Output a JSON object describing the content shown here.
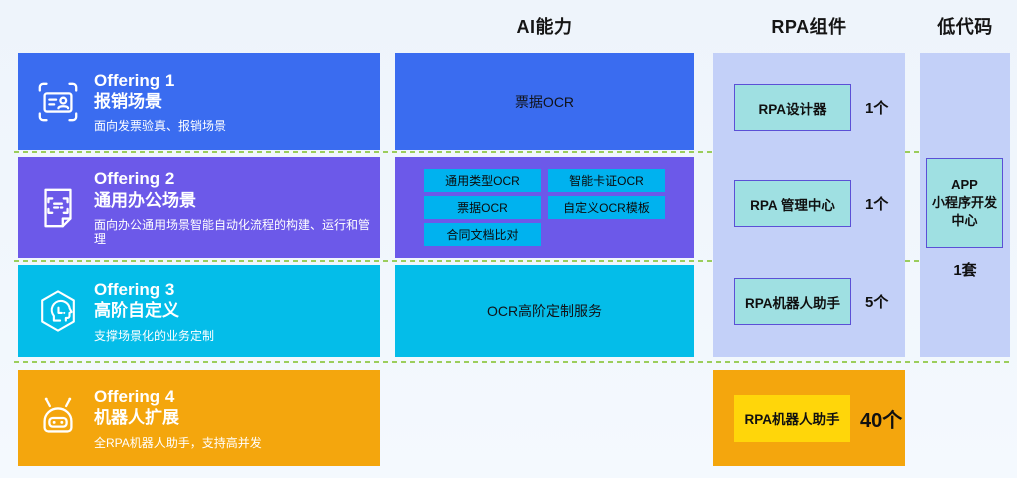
{
  "headers": {
    "ai": "AI能力",
    "rpa": "RPA组件",
    "lowcode": "低代码"
  },
  "offerings": [
    {
      "title": "Offering 1",
      "name": "报销场景",
      "desc": "面向发票验真、报销场景"
    },
    {
      "title": "Offering 2",
      "name": "通用办公场景",
      "desc": "面向办公通用场景智能自动化流程的构建、运行和管理"
    },
    {
      "title": "Offering 3",
      "name": "高阶自定义",
      "desc": "支撑场景化的业务定制"
    },
    {
      "title": "Offering 4",
      "name": "机器人扩展",
      "desc": "全RPA机器人助手，支持高并发"
    }
  ],
  "ai_capabilities": {
    "offering1": "票据OCR",
    "offering2": [
      "通用类型OCR",
      "智能卡证OCR",
      "票据OCR",
      "自定义OCR模板",
      "合同文档比对"
    ],
    "offering3": "OCR高阶定制服务"
  },
  "rpa_components": [
    {
      "label": "RPA设计器",
      "count": "1个"
    },
    {
      "label": "RPA 管理中心",
      "count": "1个"
    },
    {
      "label": "RPA机器人助手",
      "count": "5个"
    }
  ],
  "rpa_extension": {
    "label": "RPA机器人助手",
    "count": "40个"
  },
  "lowcode": {
    "app_box": "APP\n小程序开发\n中心",
    "count": "1套"
  },
  "colors": {
    "offering1_blue": "#3a6cf0",
    "offering2_purple": "#6c59e9",
    "offering3_cyan": "#04bde9",
    "offering4_orange": "#f4a60d",
    "column_lavender": "#c3d0f8",
    "component_box_teal": "#9fe0e2",
    "component_box_border": "#5b50d6",
    "ai_chip_cyan": "#00b2ef",
    "extension_box_yellow": "#ffd60a",
    "divider_green": "#8cc63f",
    "background": "#f1f6fc"
  }
}
